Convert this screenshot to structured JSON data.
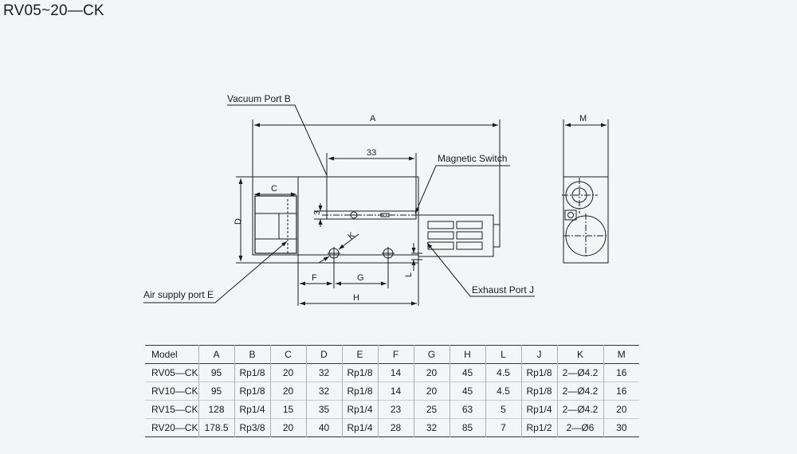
{
  "title": "RV05~20—CK",
  "labels": {
    "vacuum_port": "Vacuum Port B",
    "magnetic_switch": "Magnetic Switch",
    "air_supply_port": "Air supply port E",
    "exhaust_port": "Exhaust Port J",
    "dim_A": "A",
    "dim_33": "33",
    "dim_C": "C",
    "dim_D": "D",
    "dim_3": "3",
    "dim_K": "K",
    "dim_F": "F",
    "dim_G": "G",
    "dim_H": "H",
    "dim_L": "L",
    "dim_M": "M"
  },
  "table": {
    "headers": [
      "Model",
      "A",
      "B",
      "C",
      "D",
      "E",
      "F",
      "G",
      "H",
      "L",
      "J",
      "K",
      "M"
    ],
    "rows": [
      [
        "RV05—CK",
        "95",
        "Rp1/8",
        "20",
        "32",
        "Rp1/8",
        "14",
        "20",
        "45",
        "4.5",
        "Rp1/8",
        "2—Ø4.2",
        "16"
      ],
      [
        "RV10—CK",
        "95",
        "Rp1/8",
        "20",
        "32",
        "Rp1/8",
        "14",
        "20",
        "45",
        "4.5",
        "Rp1/8",
        "2—Ø4.2",
        "16"
      ],
      [
        "RV15—CK",
        "128",
        "Rp1/4",
        "15",
        "35",
        "Rp1/4",
        "23",
        "25",
        "63",
        "5",
        "Rp1/4",
        "2—Ø4.2",
        "20"
      ],
      [
        "RV20—CK",
        "178.5",
        "Rp3/8",
        "20",
        "40",
        "Rp1/4",
        "28",
        "32",
        "85",
        "7",
        "Rp1/2",
        "2—Ø6",
        "30"
      ]
    ]
  }
}
